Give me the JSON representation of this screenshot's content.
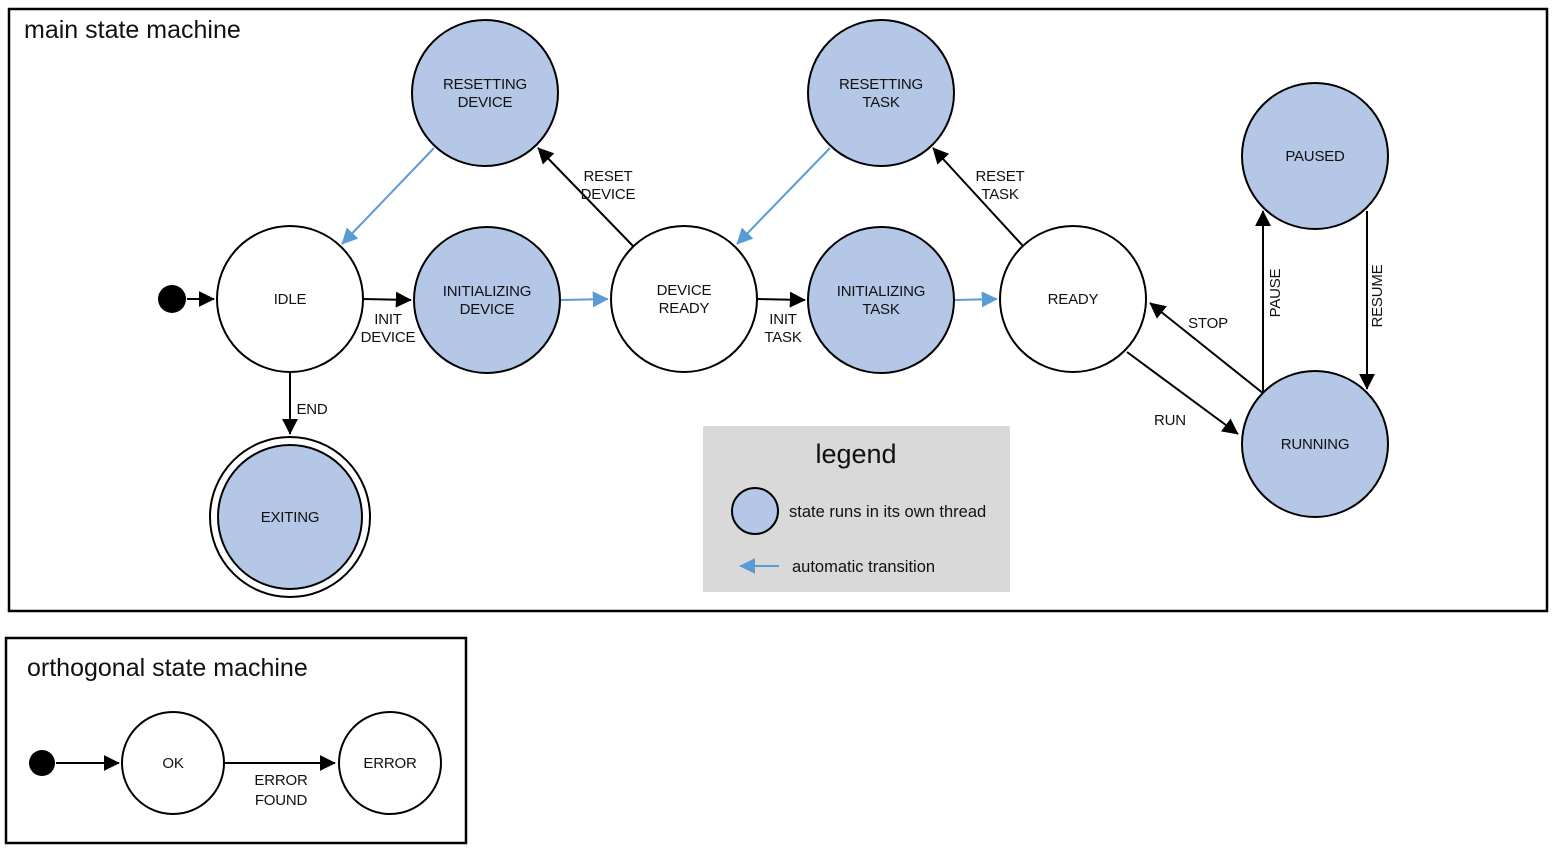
{
  "colors": {
    "threaded_state_fill": "#b4c7e7",
    "automatic_transition": "#5b9bd5",
    "legend_background": "#d9d9d9",
    "line": "#000000"
  },
  "main_machine": {
    "title": "main state machine",
    "states": {
      "idle": {
        "label": "IDLE"
      },
      "resetting_device": {
        "line1": "RESETTING",
        "line2": "DEVICE"
      },
      "initializing_device": {
        "line1": "INITIALIZING",
        "line2": "DEVICE"
      },
      "device_ready": {
        "line1": "DEVICE",
        "line2": "READY"
      },
      "resetting_task": {
        "line1": "RESETTING",
        "line2": "TASK"
      },
      "initializing_task": {
        "line1": "INITIALIZING",
        "line2": "TASK"
      },
      "ready": {
        "label": "READY"
      },
      "paused": {
        "label": "PAUSED"
      },
      "running": {
        "label": "RUNNING"
      },
      "exiting": {
        "label": "EXITING"
      }
    },
    "transitions": {
      "init_device": {
        "line1": "INIT",
        "line2": "DEVICE"
      },
      "reset_device": {
        "line1": "RESET",
        "line2": "DEVICE"
      },
      "init_task": {
        "line1": "INIT",
        "line2": "TASK"
      },
      "reset_task": {
        "line1": "RESET",
        "line2": "TASK"
      },
      "run": {
        "label": "RUN"
      },
      "stop": {
        "label": "STOP"
      },
      "pause": {
        "label": "PAUSE"
      },
      "resume": {
        "label": "RESUME"
      },
      "end": {
        "label": "END"
      }
    }
  },
  "legend": {
    "title": "legend",
    "threaded_label": "state runs in its own thread",
    "auto_label": "automatic transition"
  },
  "orthogonal_machine": {
    "title": "orthogonal state machine",
    "states": {
      "ok": {
        "label": "OK"
      },
      "error": {
        "label": "ERROR"
      }
    },
    "transitions": {
      "error_found": {
        "line1": "ERROR",
        "line2": "FOUND"
      }
    }
  }
}
